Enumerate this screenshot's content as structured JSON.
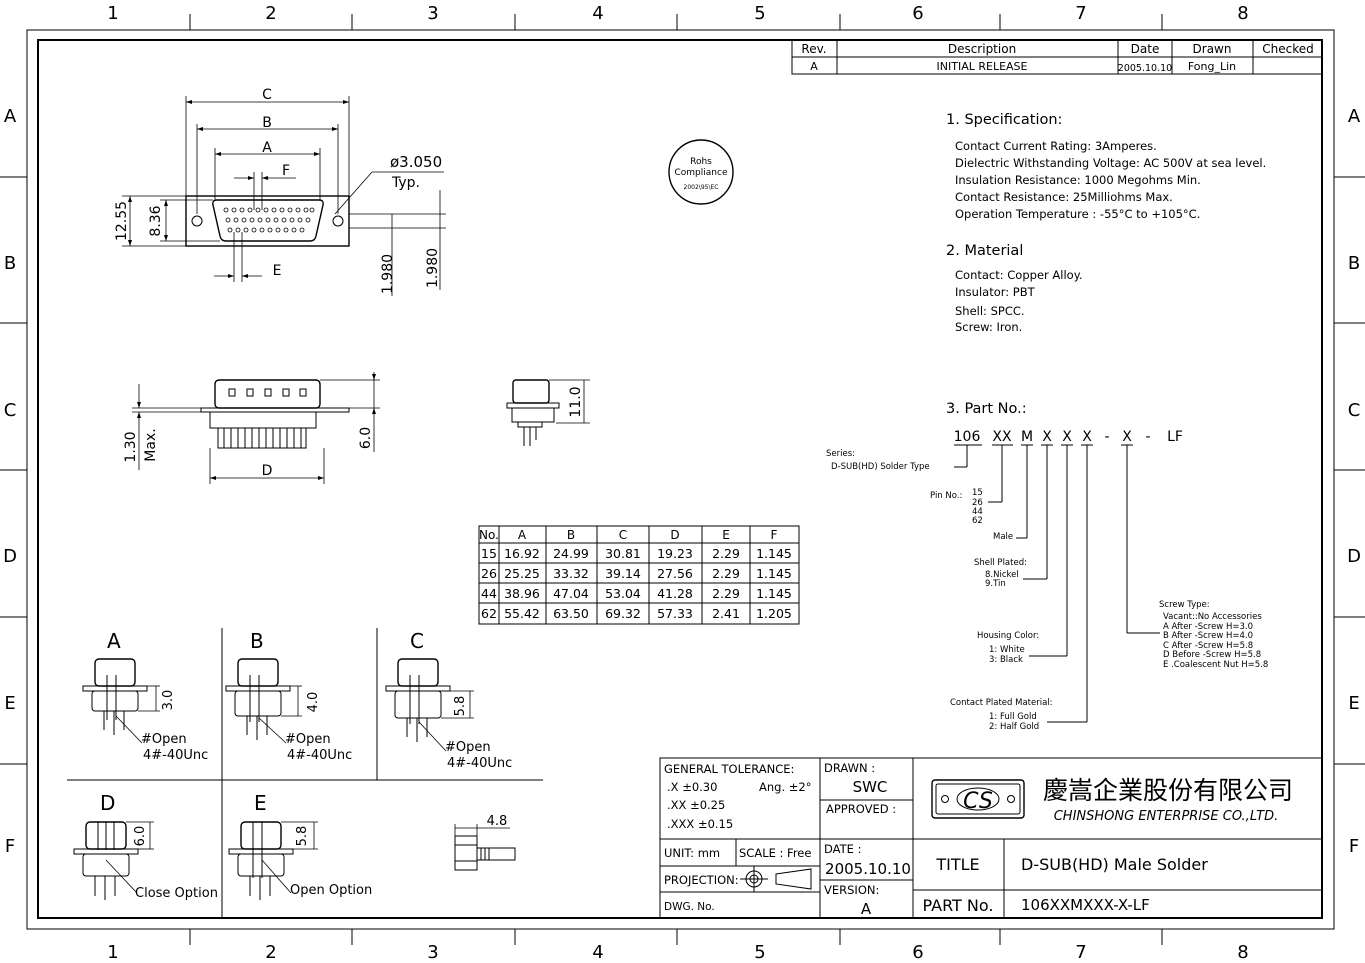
{
  "zones": {
    "columns": [
      "1",
      "2",
      "3",
      "4",
      "5",
      "6",
      "7",
      "8"
    ],
    "rows": [
      "A",
      "B",
      "C",
      "D",
      "E",
      "F"
    ]
  },
  "revision_table": {
    "headers": [
      "Rev.",
      "Description",
      "Date",
      "Drawn",
      "Checked"
    ],
    "row": [
      "A",
      "INITIAL  RELEASE",
      "2005.10.10",
      "Fong_Lin",
      ""
    ]
  },
  "rohs": {
    "line1": "Rohs",
    "line2": "Compliance",
    "line3": "2002\\95\\EC"
  },
  "top_view": {
    "dim_c": "C",
    "dim_b": "B",
    "dim_a": "A",
    "dim_f": "F",
    "dim_e": "E",
    "dim_1255": "12.55",
    "dim_836": "8.36",
    "hole_dia": "ø3.050",
    "hole_typ": "Typ.",
    "dim_1980_left": "1.980",
    "dim_1980_right": "1.980"
  },
  "side_view": {
    "dim_130": "1.30",
    "dim_max": "Max.",
    "dim_60": "6.0",
    "dim_d": "D"
  },
  "end_view": {
    "dim_110": "11.0"
  },
  "dimension_table": {
    "headers": [
      "No.",
      "A",
      "B",
      "C",
      "D",
      "E",
      "F"
    ],
    "rows": [
      [
        "15",
        "16.92",
        "24.99",
        "30.81",
        "19.23",
        "2.29",
        "1.145"
      ],
      [
        "26",
        "25.25",
        "33.32",
        "39.14",
        "27.56",
        "2.29",
        "1.145"
      ],
      [
        "44",
        "38.96",
        "47.04",
        "53.04",
        "41.28",
        "2.29",
        "1.145"
      ],
      [
        "62",
        "55.42",
        "63.50",
        "69.32",
        "57.33",
        "2.41",
        "1.205"
      ]
    ]
  },
  "options": {
    "a": {
      "label": "A",
      "dim": "3.0",
      "note1": "#Open",
      "note2": "4#-40Unc"
    },
    "b": {
      "label": "B",
      "dim": "4.0",
      "note1": "#Open",
      "note2": "4#-40Unc"
    },
    "c": {
      "label": "C",
      "dim": "5.8",
      "note1": "#Open",
      "note2": "4#-40Unc"
    },
    "d": {
      "label": "D",
      "dim": "6.0",
      "note": "Close  Option"
    },
    "e": {
      "label": "E",
      "dim": "5.8",
      "note": "Open  Option"
    },
    "nut": {
      "dim": "4.8"
    }
  },
  "specification": {
    "title": "1.  Specification:",
    "lines": [
      "Contact  Current  Rating:  3Amperes.",
      "Dielectric  Withstanding  Voltage:  AC  500V  at  sea  level.",
      "Insulation  Resistance:  1000  Megohms  Min.",
      "Contact  Resistance:  25Milliohms  Max.",
      "Operation  Temperature  :  -55°C  to  +105°C."
    ]
  },
  "material": {
    "title": "2.  Material",
    "lines": [
      "Contact:  Copper  Alloy.",
      "Insulator:  PBT",
      "Shell:  SPCC.",
      "Screw:  Iron."
    ]
  },
  "part_no": {
    "title": "3.  Part  No.:",
    "code": [
      "106",
      "XX",
      "M",
      "X",
      "X",
      "X",
      "-",
      "X",
      "-",
      "LF"
    ],
    "series_1": "Series:",
    "series_2": "D-SUB(HD)  Solder  Type",
    "pin_label": "Pin  No.:",
    "pin_values": [
      "15",
      "26",
      "44",
      "62"
    ],
    "male": "Male",
    "shell_title": "Shell  Plated:",
    "shell_1": "8.Nickel",
    "shell_2": "9.Tin",
    "housing_title": "Housing  Color:",
    "housing_1": "1:  White",
    "housing_2": "3:  Black",
    "contact_title": "Contact  Plated  Material:",
    "contact_1": "1:  Full  Gold",
    "contact_2": "2:  Half  Gold",
    "screw_title": "Screw  Type:",
    "screw_lines": [
      "Vacant::No  Accessories",
      "A    After   -Screw   H=3.0",
      "B    After   -Screw   H=4.0",
      "C    After   -Screw   H=5.8",
      "D   Before   -Screw   H=5.8",
      "E   .Coalescent  Nut  H=5.8"
    ]
  },
  "title_block": {
    "general_tolerance": "GENERAL TOLERANCE:",
    "tol_x": ".X  ±0.30",
    "tol_ang": "Ang.  ±2°",
    "tol_xx": ".XX ±0.25",
    "tol_xxx": ".XXX ±0.15",
    "unit": "UNIT:  mm",
    "scale": "SCALE :  Free",
    "projection": "PROJECTION:",
    "dwg_no": "DWG. No.",
    "drawn_label": "DRAWN :",
    "drawn_value": "SWC",
    "approved_label": "APPROVED :",
    "date_label": "DATE :",
    "date_value": "2005.10.10",
    "version_label": "VERSION:",
    "version_value": "A",
    "logo_text": "CS",
    "company_cn": "慶嵩企業股份有限公司",
    "company_en": "CHINSHONG ENTERPRISE CO.,LTD.",
    "title_label": "TITLE",
    "title_value": "D-SUB(HD) Male Solder",
    "part_label": "PART No.",
    "part_value": "106XXMXXX-X-LF"
  }
}
